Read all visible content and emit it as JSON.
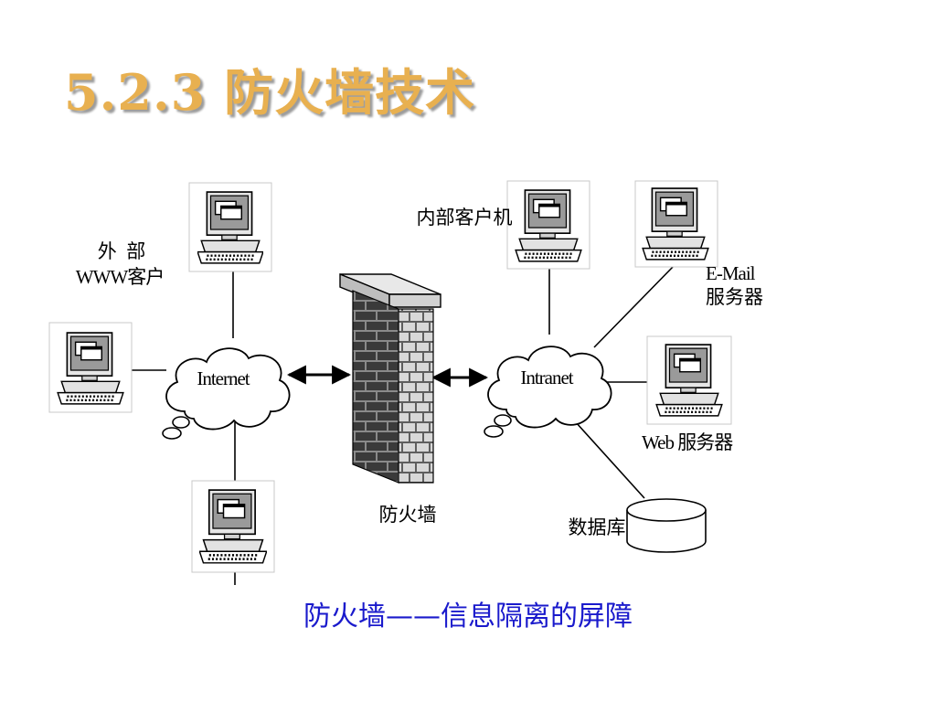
{
  "slide": {
    "title": "5.2.3  防火墙技术",
    "caption": "防火墙——信息隔离的屏障"
  },
  "diagram": {
    "nodes": {
      "external_www_client": {
        "label_line1": "外  部",
        "label_line2": "WWW客户",
        "icon": "computer-icon"
      },
      "internet": {
        "label": "Internet",
        "icon": "cloud-shape"
      },
      "firewall": {
        "label": "防火墙",
        "icon": "brick-wall-icon"
      },
      "intranet": {
        "label": "Intranet",
        "icon": "cloud-shape"
      },
      "internal_client": {
        "label": "内部客户机",
        "icon": "computer-icon"
      },
      "email_server": {
        "label_line1": "E-Mail",
        "label_line2": "服务器",
        "icon": "computer-icon"
      },
      "web_server": {
        "label": "Web 服务器",
        "icon": "computer-icon"
      },
      "database": {
        "label": "数据库",
        "icon": "database-cylinder-icon"
      }
    },
    "edges": [
      [
        "external_www_client",
        "internet"
      ],
      [
        "internet",
        "firewall"
      ],
      [
        "firewall",
        "intranet"
      ],
      [
        "intranet",
        "internal_client"
      ],
      [
        "intranet",
        "email_server"
      ],
      [
        "intranet",
        "web_server"
      ],
      [
        "intranet",
        "database"
      ]
    ]
  },
  "colors": {
    "title": "#e8b050",
    "caption": "#1a1acc",
    "wall_brick": "#3a3a3a",
    "wall_mortar": "#8a8a8a"
  }
}
